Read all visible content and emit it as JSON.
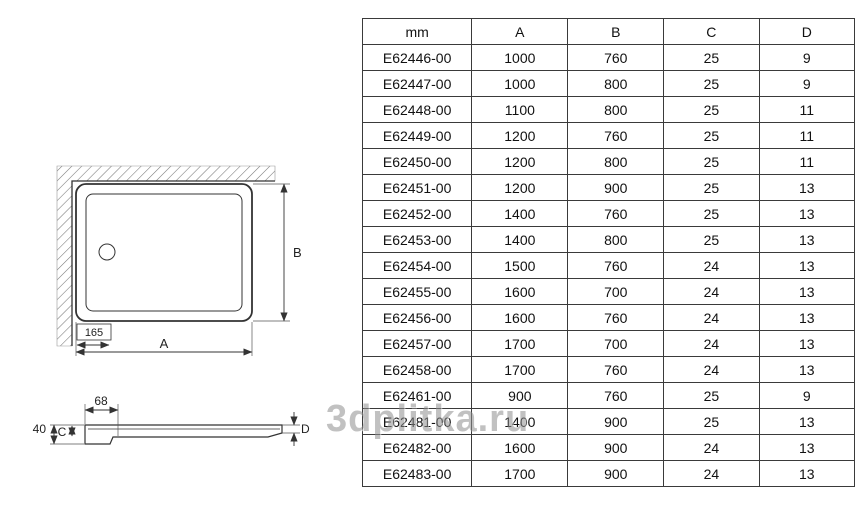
{
  "watermark": "3dplitka.ru",
  "colors": {
    "line": "#333333",
    "table_border": "#3a3a3a",
    "watermark_gray": "#8f8f8f"
  },
  "diagram": {
    "top_view": {
      "drain_offset_label": "165",
      "width_label": "A",
      "depth_label": "B"
    },
    "profile_view": {
      "lip_label": "68",
      "height_label": "40",
      "c_label": "C",
      "d_label": "D"
    }
  },
  "table": {
    "headers": [
      "mm",
      "A",
      "B",
      "C",
      "D"
    ],
    "rows": [
      [
        "E62446-00",
        "1000",
        "760",
        "25",
        "9"
      ],
      [
        "E62447-00",
        "1000",
        "800",
        "25",
        "9"
      ],
      [
        "E62448-00",
        "1100",
        "800",
        "25",
        "11"
      ],
      [
        "E62449-00",
        "1200",
        "760",
        "25",
        "11"
      ],
      [
        "E62450-00",
        "1200",
        "800",
        "25",
        "11"
      ],
      [
        "E62451-00",
        "1200",
        "900",
        "25",
        "13"
      ],
      [
        "E62452-00",
        "1400",
        "760",
        "25",
        "13"
      ],
      [
        "E62453-00",
        "1400",
        "800",
        "25",
        "13"
      ],
      [
        "E62454-00",
        "1500",
        "760",
        "24",
        "13"
      ],
      [
        "E62455-00",
        "1600",
        "700",
        "24",
        "13"
      ],
      [
        "E62456-00",
        "1600",
        "760",
        "24",
        "13"
      ],
      [
        "E62457-00",
        "1700",
        "700",
        "24",
        "13"
      ],
      [
        "E62458-00",
        "1700",
        "760",
        "24",
        "13"
      ],
      [
        "E62461-00",
        "900",
        "760",
        "25",
        "9"
      ],
      [
        "E62481-00",
        "1400",
        "900",
        "25",
        "13"
      ],
      [
        "E62482-00",
        "1600",
        "900",
        "24",
        "13"
      ],
      [
        "E62483-00",
        "1700",
        "900",
        "24",
        "13"
      ]
    ]
  }
}
